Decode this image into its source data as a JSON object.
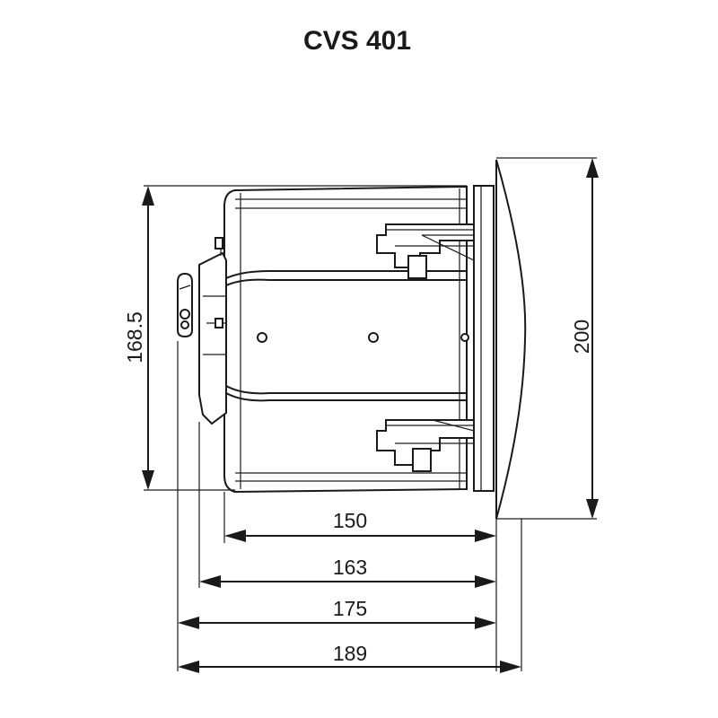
{
  "title": "CVS 401",
  "dimensions": {
    "height_body": "168.5",
    "height_total": "200",
    "width_150": "150",
    "width_163": "163",
    "width_175": "175",
    "width_189": "189"
  },
  "colors": {
    "line": "#1a1a1a",
    "background": "#ffffff"
  }
}
